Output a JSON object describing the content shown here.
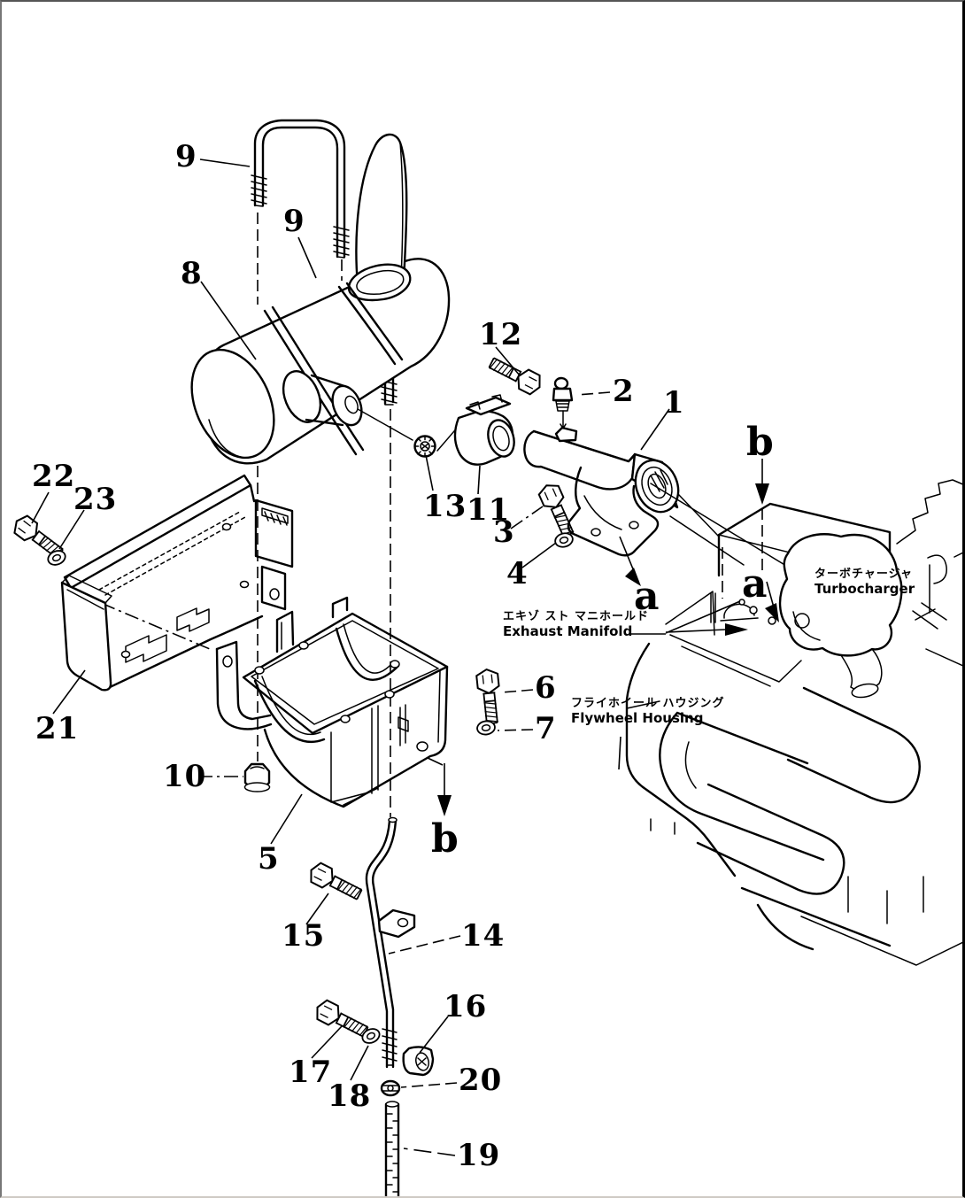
{
  "page": {
    "bg": "#ffffff",
    "ink": "#000000"
  },
  "callouts": [
    {
      "label": "9"
    },
    {
      "label": "9"
    },
    {
      "label": "8"
    },
    {
      "label": "12"
    },
    {
      "label": "2"
    },
    {
      "label": "1"
    },
    {
      "label": "13"
    },
    {
      "label": "11"
    },
    {
      "label": "3"
    },
    {
      "label": "4"
    },
    {
      "label": "22"
    },
    {
      "label": "23"
    },
    {
      "label": "21"
    },
    {
      "label": "10"
    },
    {
      "label": "5"
    },
    {
      "label": "6"
    },
    {
      "label": "7"
    },
    {
      "label": "15"
    },
    {
      "label": "14"
    },
    {
      "label": "17"
    },
    {
      "label": "18"
    },
    {
      "label": "16"
    },
    {
      "label": "20"
    },
    {
      "label": "19"
    }
  ],
  "view_letters": [
    {
      "label": "a"
    },
    {
      "label": "a"
    },
    {
      "label": "b"
    },
    {
      "label": "b"
    }
  ],
  "part_labels": {
    "exhaust_manifold": {
      "jp": "エキゾ スト マニホールド",
      "en": "Exhaust Manifold"
    },
    "flywheel_housing": {
      "jp": "フライホイール ハウジング",
      "en": "Flywheel Housing"
    },
    "turbocharger": {
      "jp": "ターボチャージャ",
      "en": "Turbocharger"
    }
  }
}
